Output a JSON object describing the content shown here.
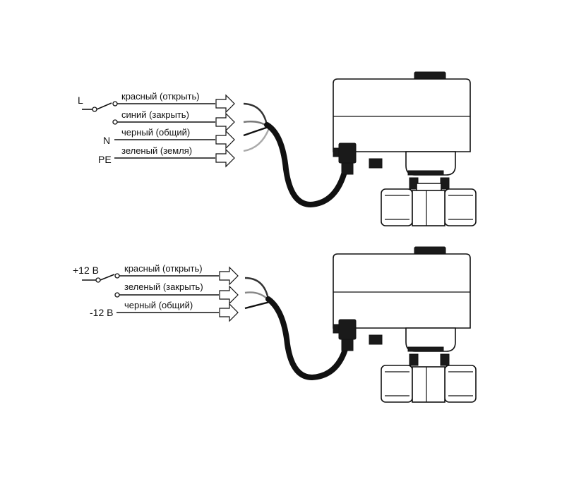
{
  "diagram_1": {
    "switch_label": "L",
    "rows": [
      {
        "side": "",
        "wire": "красный (открыть)"
      },
      {
        "side": "",
        "wire": "синий (закрыть)"
      },
      {
        "side": "N",
        "wire": "черный (общий)"
      },
      {
        "side": "PE",
        "wire": "зеленый (земля)"
      }
    ],
    "wire_colors": [
      "#333333",
      "#777777",
      "#111111",
      "#aaaaaa"
    ]
  },
  "diagram_2": {
    "switch_label": "+12 В",
    "rows": [
      {
        "side": "",
        "wire": "красный (открыть)"
      },
      {
        "side": "",
        "wire": "зеленый (закрыть)"
      },
      {
        "side": "-12 В",
        "wire": "черный (общий)"
      }
    ],
    "wire_colors": [
      "#333333",
      "#888888",
      "#111111"
    ]
  }
}
